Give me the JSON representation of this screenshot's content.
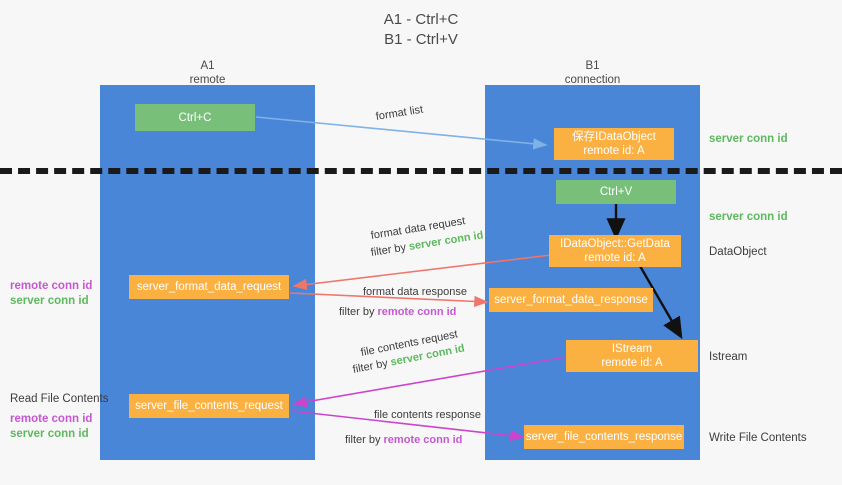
{
  "title": {
    "line1": "A1 - Ctrl+C",
    "line2": "B1 - Ctrl+V"
  },
  "colors": {
    "lane": "#4a86d8",
    "orange_node": "#fbb042",
    "green_node": "#78c07a",
    "server_conn_id": "#5eb85e",
    "remote_conn_id": "#c558d0",
    "arrow_blue": "#7fb2e5",
    "arrow_red": "#f0756a",
    "arrow_magenta": "#cc44cc",
    "arrow_black": "#111111",
    "background": "#f7f7f7"
  },
  "columns": [
    {
      "name": "A1",
      "sub": "remote"
    },
    {
      "name": "B1",
      "sub": "connection"
    }
  ],
  "nodes": [
    {
      "id": "ctrl-c",
      "label": "Ctrl+C",
      "sub": "",
      "kind": "green"
    },
    {
      "id": "save-idataobject",
      "label": "保存IDataObject",
      "sub": "remote id: A",
      "kind": "orange"
    },
    {
      "id": "ctrl-v",
      "label": "Ctrl+V",
      "sub": "",
      "kind": "green"
    },
    {
      "id": "idataobject-getdata",
      "label": "IDataObject::GetData",
      "sub": "remote id: A",
      "kind": "orange"
    },
    {
      "id": "server-format-data-request",
      "label": "server_format_data_request",
      "sub": "",
      "kind": "orange"
    },
    {
      "id": "server-format-data-response",
      "label": "server_format_data_response",
      "sub": "",
      "kind": "orange"
    },
    {
      "id": "istream",
      "label": "IStream",
      "sub": "remote id: A",
      "kind": "orange"
    },
    {
      "id": "server-file-contents-request",
      "label": "server_file_contents_request",
      "sub": "",
      "kind": "orange"
    },
    {
      "id": "server-file-contents-response",
      "label": "server_file_contents_response",
      "sub": "",
      "kind": "orange"
    }
  ],
  "edges": {
    "format_list": "format list",
    "format_data_request": "format data request",
    "format_data_response": "format data response",
    "file_contents_request": "file contents request",
    "file_contents_response": "file contents response",
    "filter_by": "filter by",
    "server_conn_id": "server conn id",
    "remote_conn_id": "remote conn id"
  },
  "right_labels": {
    "server_conn_id_top": "server conn id",
    "server_conn_id_mid": "server conn id",
    "data_object": "DataObject",
    "istream": "Istream",
    "write_file_contents": "Write File Contents"
  },
  "left_labels": {
    "remote_conn_id_1": "remote conn id",
    "server_conn_id_1": "server conn id",
    "read_file_contents": "Read File Contents",
    "remote_conn_id_2": "remote conn id",
    "server_conn_id_2": "server conn id"
  }
}
